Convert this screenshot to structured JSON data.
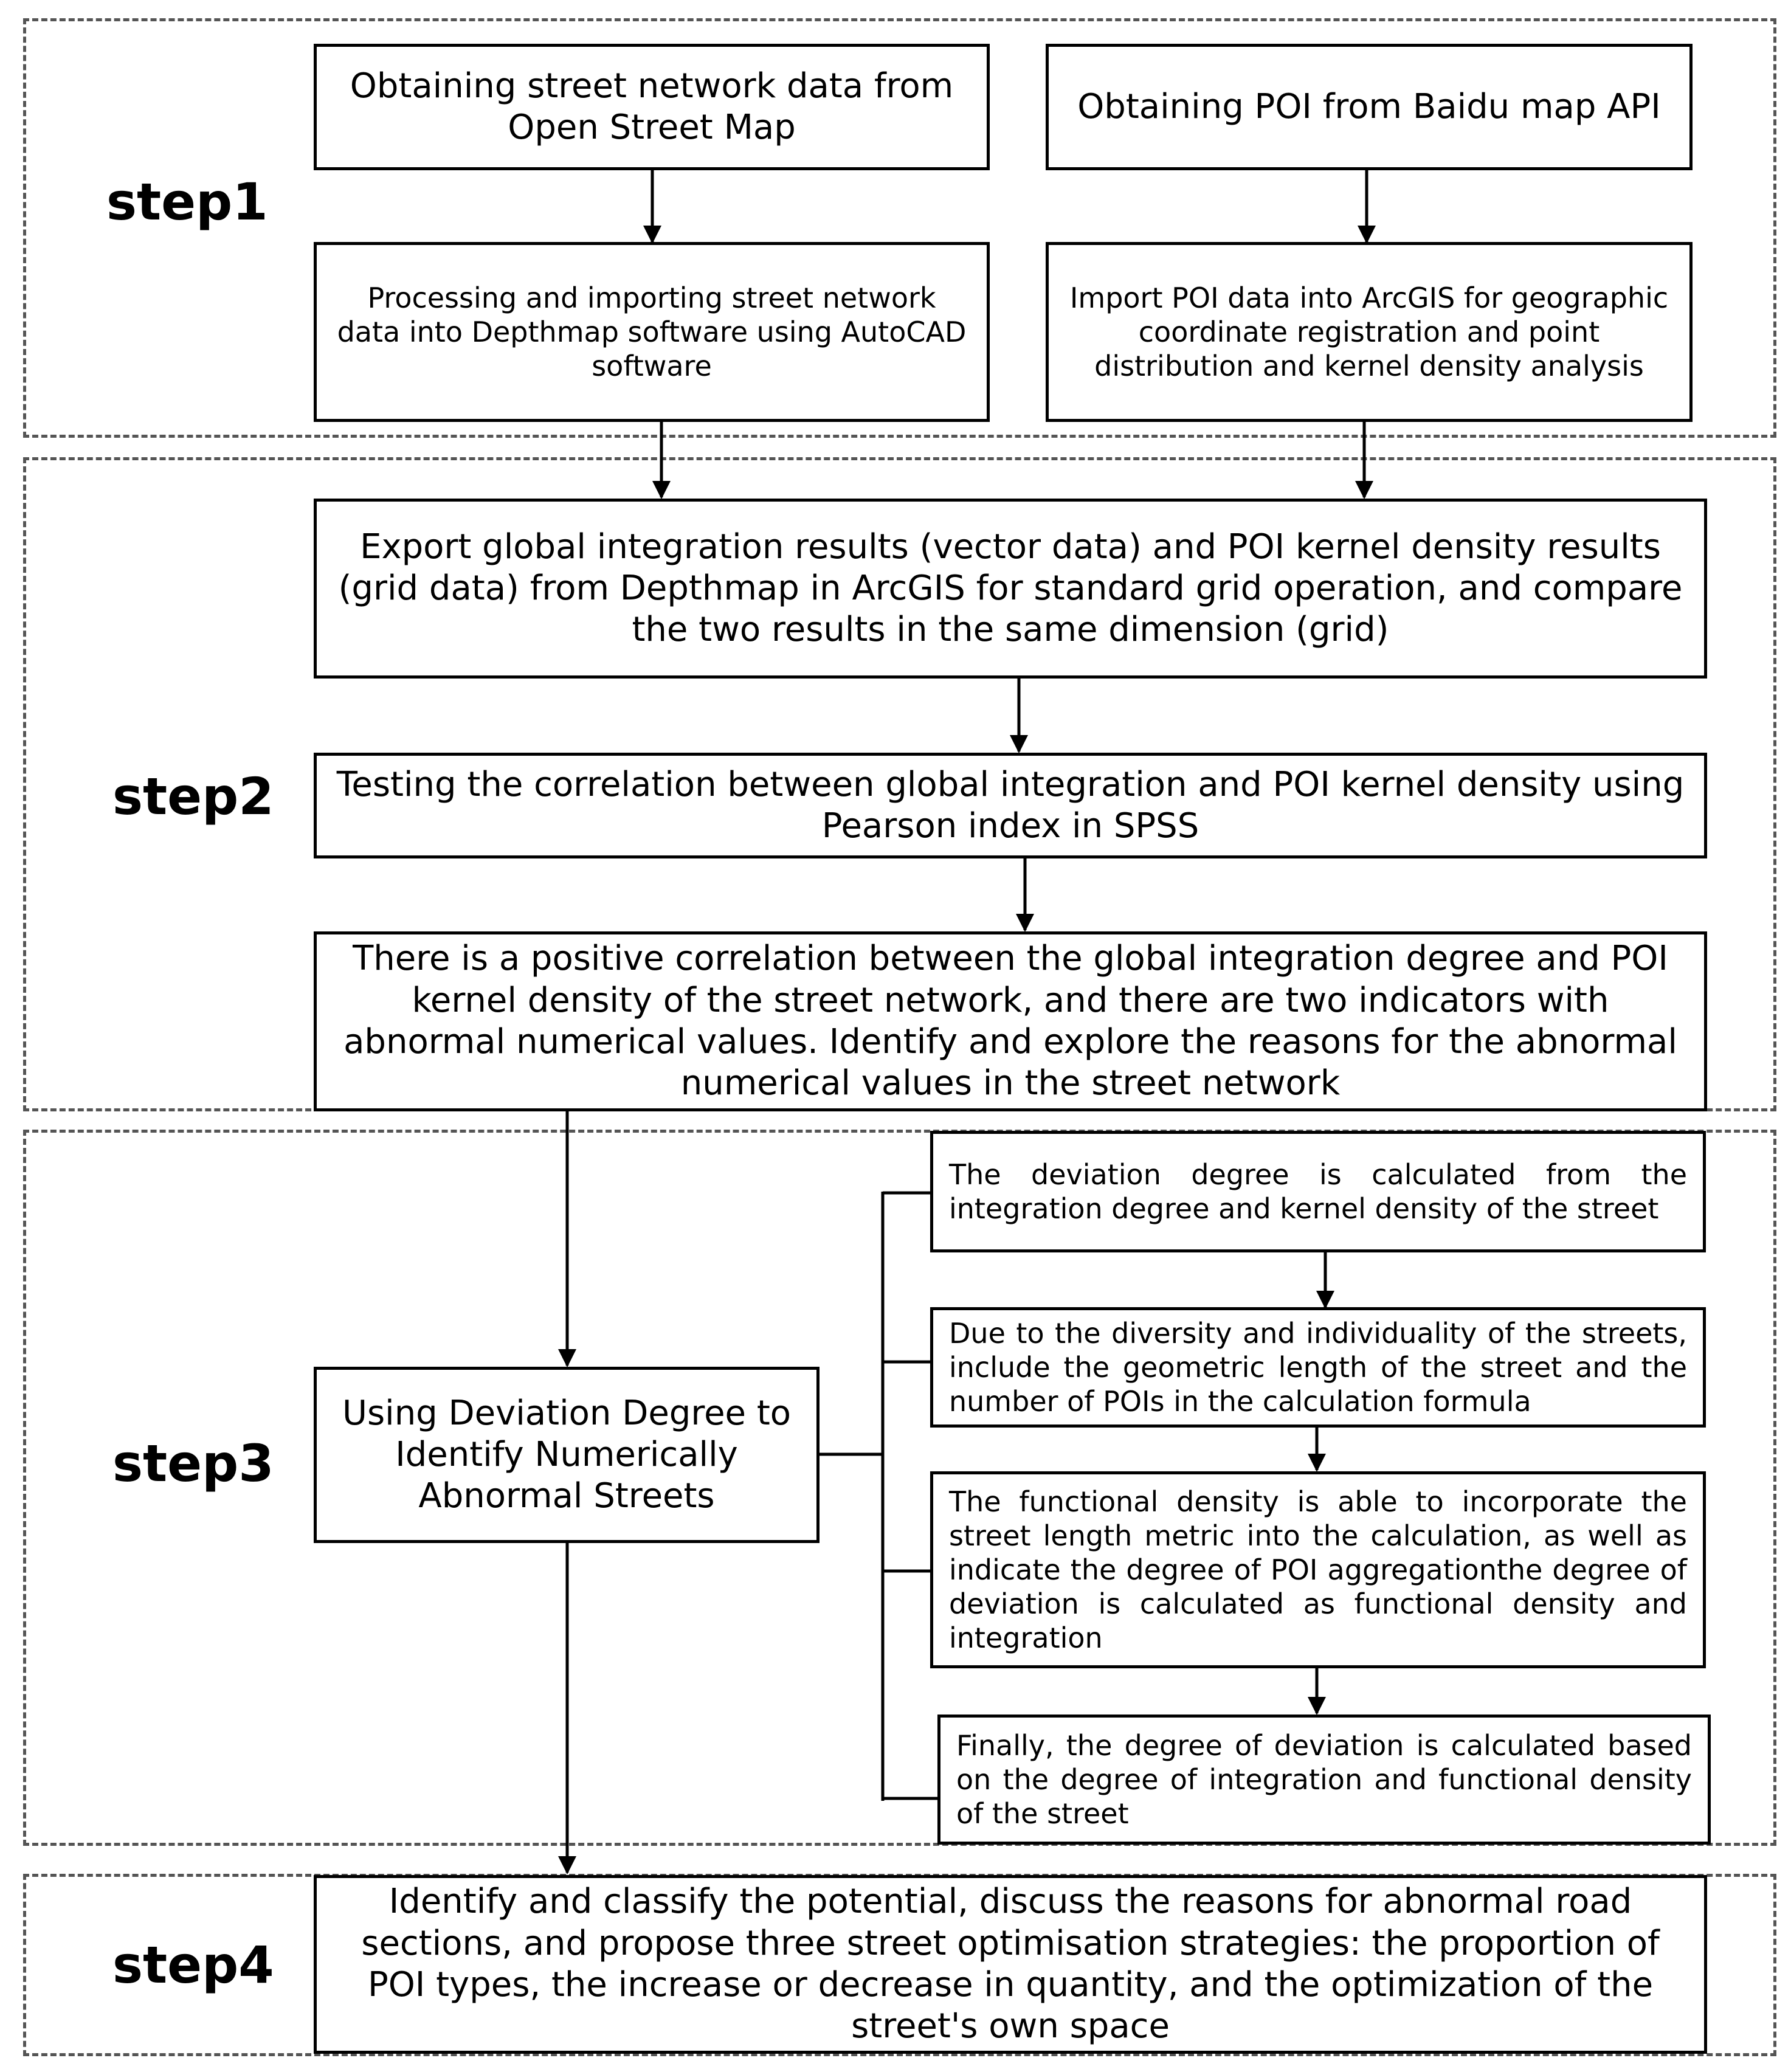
{
  "steps": {
    "step1": "step1",
    "step2": "step2",
    "step3": "step3",
    "step4": "step4"
  },
  "step1": {
    "street_network_source": "Obtaining street network data from Open Street Map",
    "poi_source": "Obtaining POI from Baidu map API",
    "street_processing": "Processing and importing street network data into Depthmap software using AutoCAD software",
    "poi_processing": "Import POI data into ArcGIS for geographic coordinate registration and point distribution and kernel density analysis"
  },
  "step2": {
    "export_compare": "Export global integration results (vector data) and POI kernel density results (grid data) from Depthmap in ArcGIS for standard grid operation, and compare the two results in the same dimension (grid)",
    "correlation_test": "Testing the correlation between global integration and POI kernel density using Pearson index in SPSS",
    "correlation_result": "There is a positive correlation between the global integration degree and POI kernel density of the street network, and there are two indicators with abnormal numerical values. Identify and explore the reasons for the abnormal numerical values in the street network"
  },
  "step3": {
    "main": "Using Deviation Degree to Identify Numerically Abnormal Streets",
    "sub1": "The deviation degree is calculated from the integration degree and kernel density of the street",
    "sub2": "Due to the diversity and individuality of the streets, include the geometric length of the street and the number of POIs in the calculation formula",
    "sub3": "The functional density is able to incorporate the street length metric into the calculation, as well as indicate the degree of POI aggregationthe degree of deviation is calculated as functional density and integration",
    "sub4": "Finally, the degree of deviation is calculated based on the degree of integration and functional density of the street"
  },
  "step4": {
    "strategies": "Identify and classify the potential, discuss the reasons for abnormal road sections, and propose three street optimisation strategies: the proportion of POI types, the increase or decrease in quantity, and the optimization of the street's own space"
  }
}
